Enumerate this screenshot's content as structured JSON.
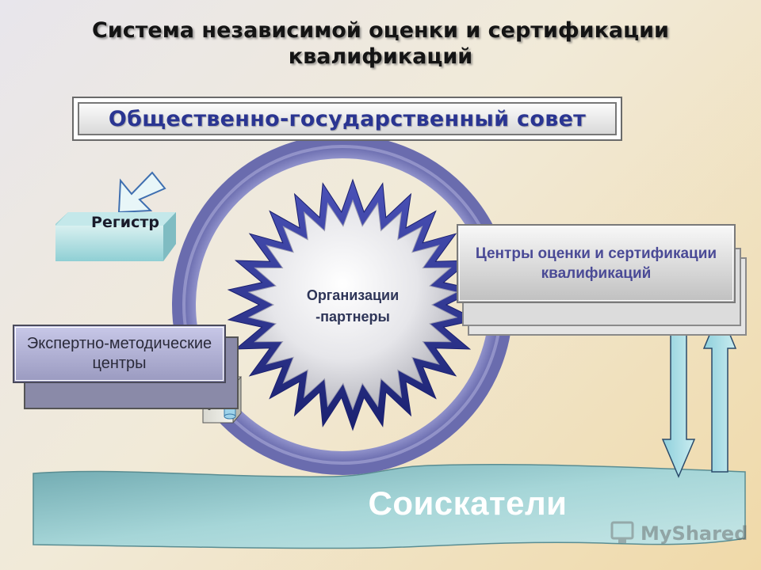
{
  "title": "Система независимой оценки и сертификации квалификаций",
  "council": "Общественно-государственный совет",
  "register": "Регистр",
  "expert_centers": "Экспертно-методические центры",
  "partners": "Организации -партнеры",
  "assessment_centers": "Центры оценки и сертификации квалификаций",
  "applicants": "Соискатели",
  "watermark": "MyShared",
  "colors": {
    "title_text": "#141414",
    "council_text": "#2a3592",
    "cycle_ring": "#8486c4",
    "star_outer": "#27308f",
    "applicants_band": "#8fc3c8"
  }
}
